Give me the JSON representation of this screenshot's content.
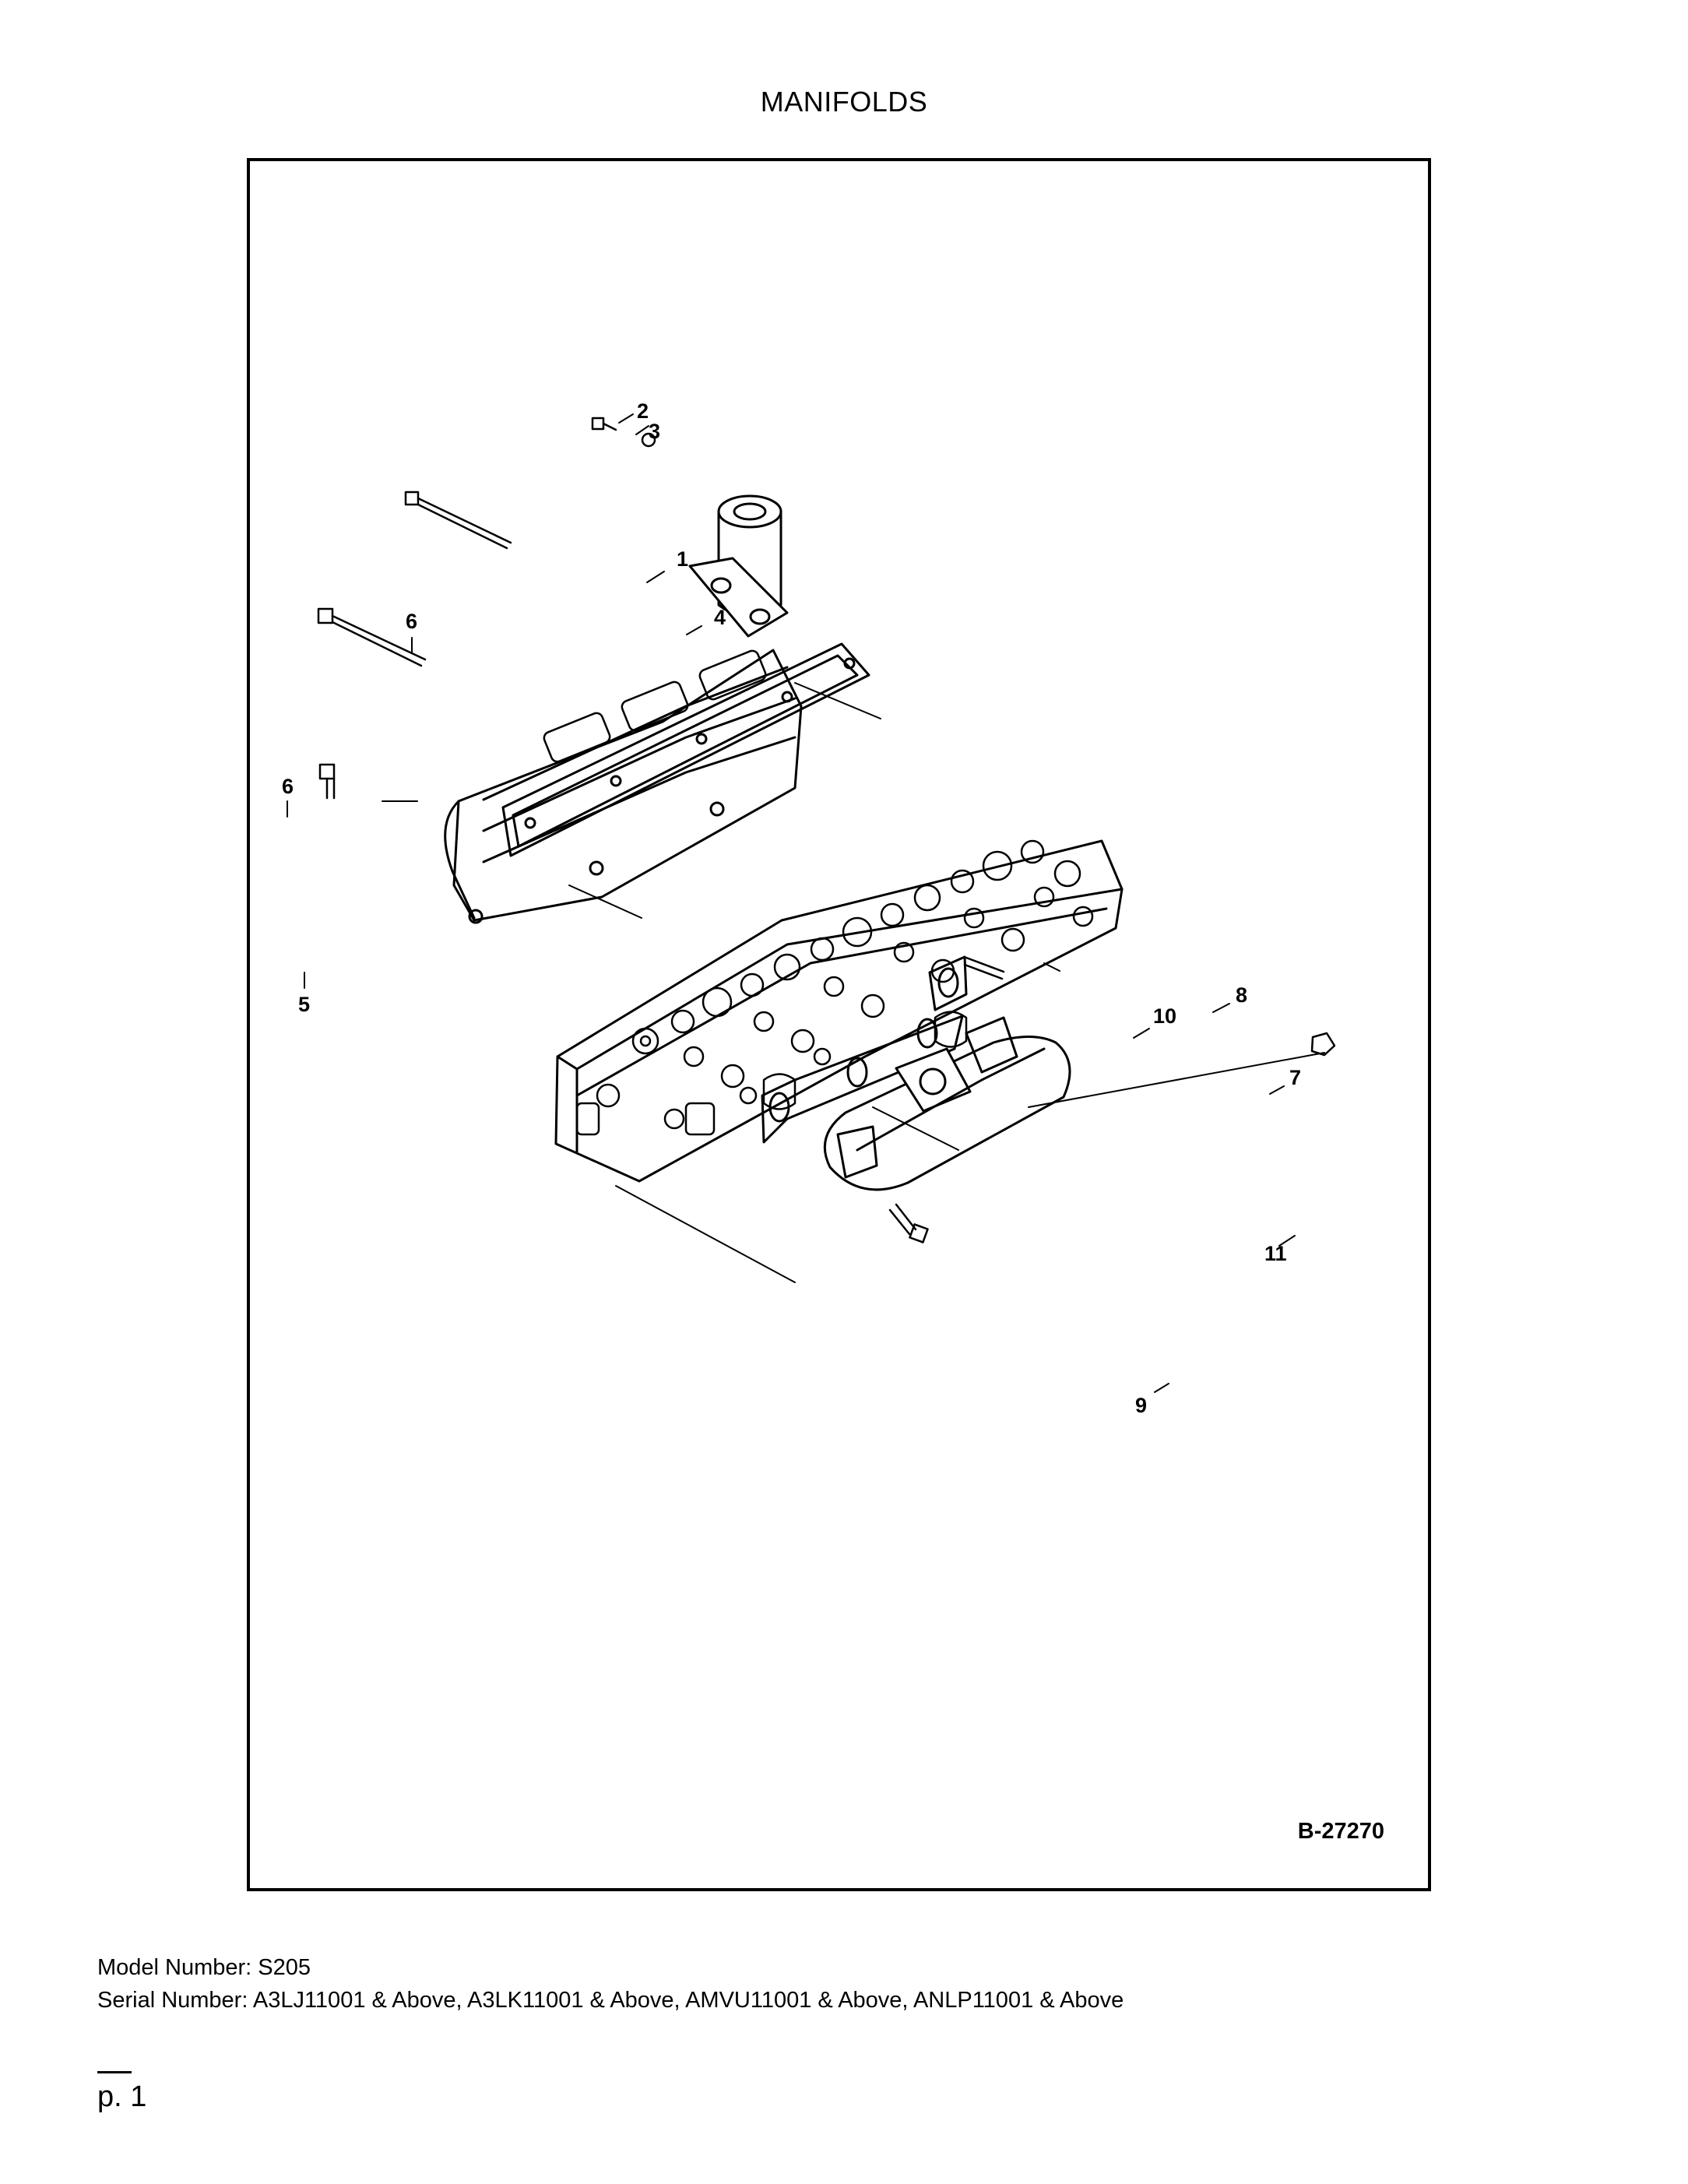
{
  "page": {
    "title": "MANIFOLDS",
    "figure_id": "B-27270",
    "model_number": "Model Number: S205",
    "serial_number": "Serial Number: A3LJ11001 & Above, A3LK11001 & Above, AMVU11001 & Above, ANLP11001 & Above",
    "page_number": "p. 1"
  },
  "callouts": {
    "c1": "1",
    "c2": "2",
    "c3": "3",
    "c4": "4",
    "c5": "5",
    "c6a": "6",
    "c6b": "6",
    "c7": "7",
    "c8": "8",
    "c9": "9",
    "c10": "10",
    "c11": "11"
  }
}
